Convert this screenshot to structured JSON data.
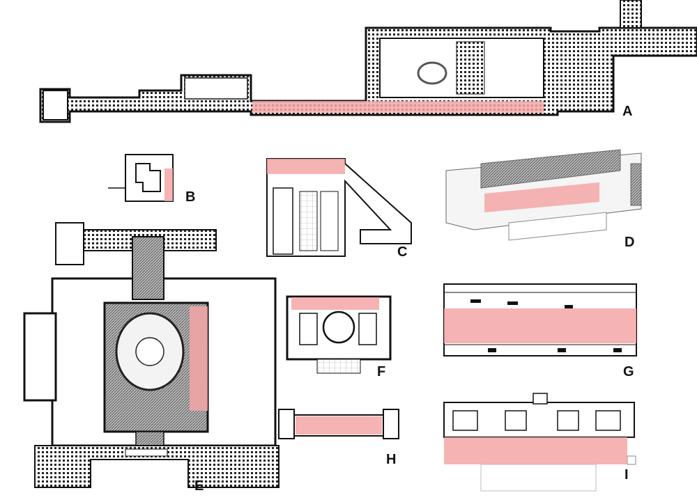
{
  "panels": [
    {
      "id": "A",
      "label": "A"
    },
    {
      "id": "B",
      "label": "B"
    },
    {
      "id": "C",
      "label": "C"
    },
    {
      "id": "D",
      "label": "D"
    },
    {
      "id": "E",
      "label": "E"
    },
    {
      "id": "F",
      "label": "F"
    },
    {
      "id": "G",
      "label": "G"
    },
    {
      "id": "H",
      "label": "H"
    },
    {
      "id": "I",
      "label": "I"
    }
  ],
  "colors": {
    "highlight": "#f4a6a6",
    "wall": "#111111",
    "hatch": "#555555"
  }
}
